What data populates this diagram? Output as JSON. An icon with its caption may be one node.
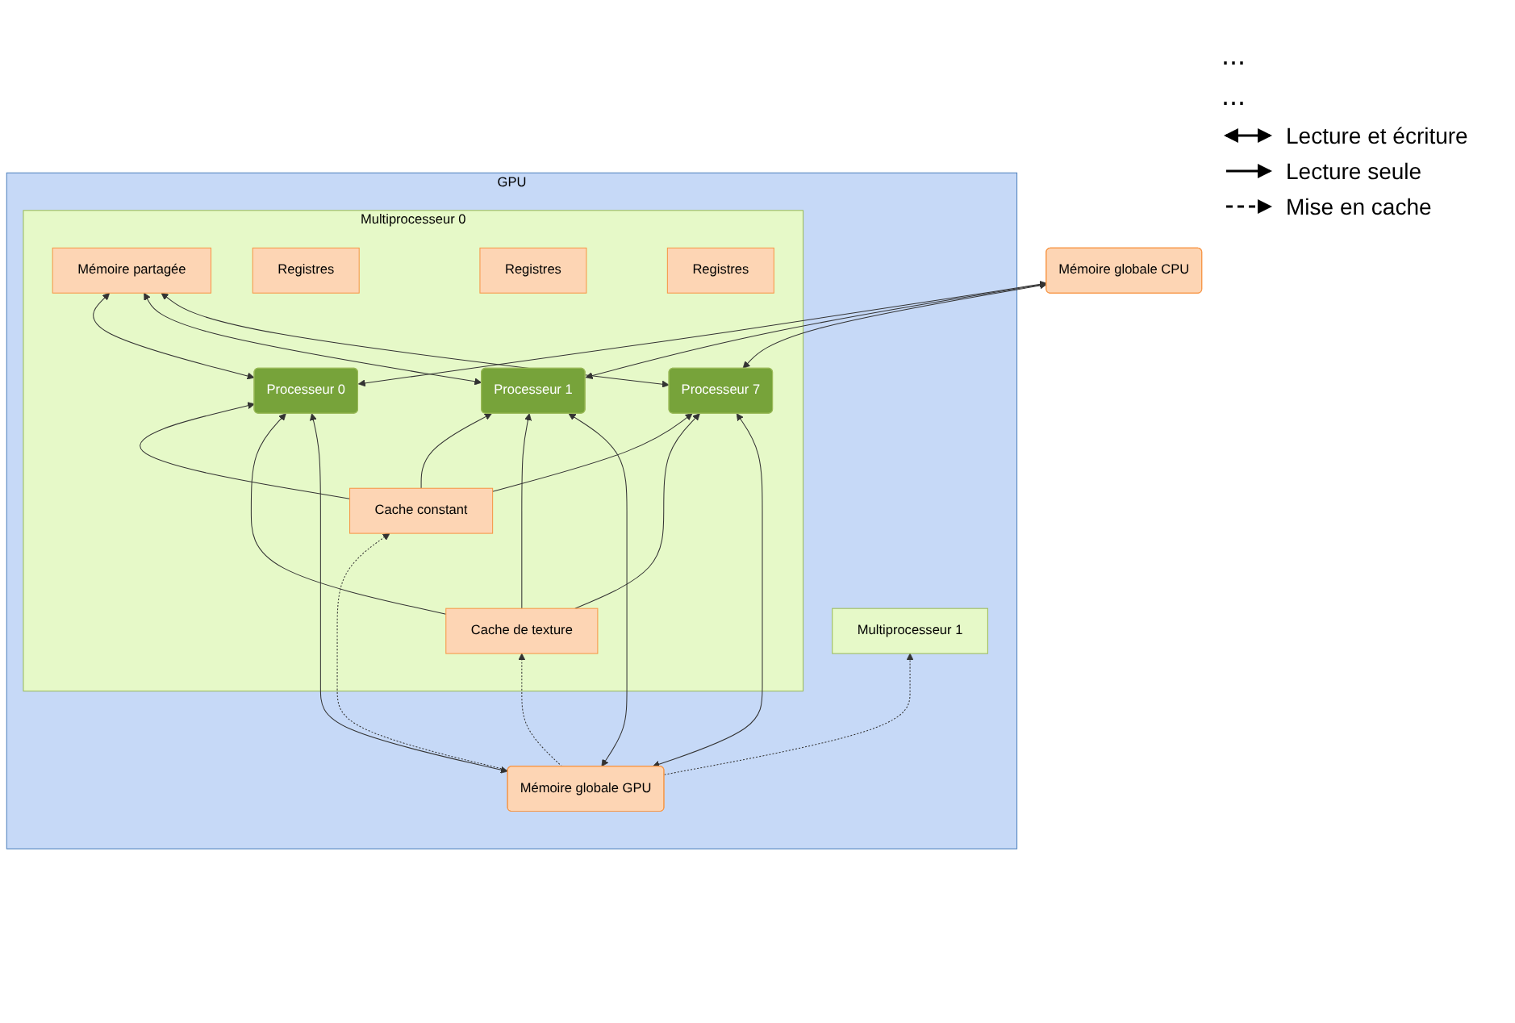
{
  "diagram": {
    "nodes": [
      {
        "text": [
          "GPU"
        ]
      },
      {
        "text": [
          "Multiprocesseur 1"
        ],
        "in": 0
      },
      {
        "text": [
          "Multiprocesseur 0"
        ],
        "in": 0
      },
      {
        "text": [
          "Mémoire partagée"
        ],
        "in": 2
      },
      {
        "text": [
          "Registres"
        ],
        "in": 2
      },
      {
        "text": [
          "Registres"
        ],
        "in": 2
      },
      {
        "text": [
          "Registres"
        ],
        "in": 2
      },
      {
        "text": [
          "Processeur 0"
        ],
        "in": 2
      },
      {
        "text": [
          "Processeur 1"
        ],
        "in": 2
      },
      {
        "text": [
          "Processeur 7"
        ],
        "in": 2
      },
      {
        "text": [
          "Cache constant"
        ],
        "in": 2
      },
      {
        "text": [
          "Cache de texture"
        ],
        "in": 2
      },
      {
        "text": [
          "Mémoire globale GPU"
        ],
        "in": 0
      },
      {
        "text": [
          "Mémoire globale CPU"
        ]
      }
    ],
    "edges": [
      {
        "from": 3,
        "to": 7,
        "arrow": "both"
      },
      {
        "from": 3,
        "to": 8,
        "arrow": "both"
      },
      {
        "from": 3,
        "to": 9,
        "arrow": "both"
      },
      {
        "from": 13,
        "to": 7,
        "arrow": "both"
      },
      {
        "from": 13,
        "to": 8,
        "arrow": "both"
      },
      {
        "from": 13,
        "to": 9,
        "arrow": "both"
      },
      {
        "from": 10,
        "to": 7,
        "arrow": "to"
      },
      {
        "from": 10,
        "to": 8,
        "arrow": "to"
      },
      {
        "from": 10,
        "to": 9,
        "arrow": "to"
      },
      {
        "from": 11,
        "to": 7,
        "arrow": "to"
      },
      {
        "from": 11,
        "to": 8,
        "arrow": "to"
      },
      {
        "from": 11,
        "to": 9,
        "arrow": "to"
      },
      {
        "from": 12,
        "to": 7,
        "arrow": "both"
      },
      {
        "from": 12,
        "to": 8,
        "arrow": "both"
      },
      {
        "from": 12,
        "to": 9,
        "arrow": "both"
      },
      {
        "from": 12,
        "to": 10,
        "arrow": "to",
        "style": "dashed"
      },
      {
        "from": 12,
        "to": 11,
        "arrow": "to",
        "style": "dashed"
      },
      {
        "from": 12,
        "to": 1,
        "arrow": "to",
        "style": "dashed"
      }
    ],
    "labels": [
      "...",
      "..."
    ],
    "legend": [
      {
        "text": "Lecture et écriture"
      },
      {
        "text": "Lecture seule"
      },
      {
        "text": "Mise en cache"
      }
    ]
  }
}
